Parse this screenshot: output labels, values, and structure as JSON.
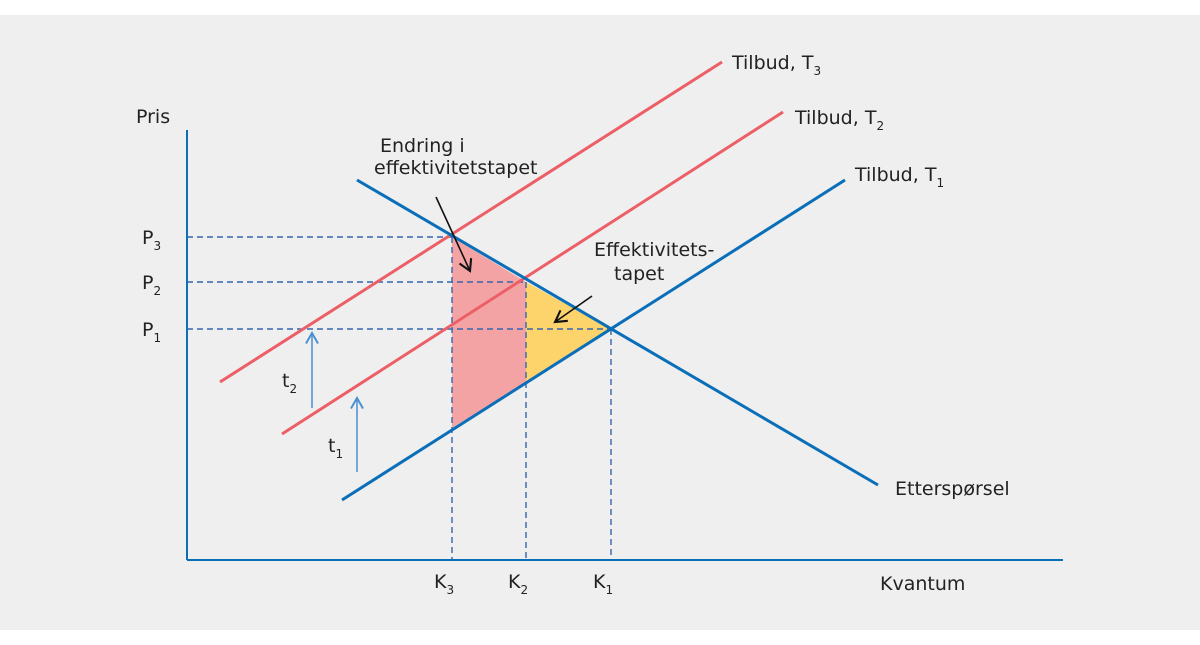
{
  "axes": {
    "y_label": "Pris",
    "x_label": "Kvantum"
  },
  "curves": {
    "supply_t3": {
      "name": "Tilbud, T",
      "sub": "3"
    },
    "supply_t2": {
      "name": "Tilbud, T",
      "sub": "2"
    },
    "supply_t1": {
      "name": "Tilbud, T",
      "sub": "1"
    },
    "demand": {
      "name": "Etterspørsel"
    }
  },
  "prices": [
    {
      "name": "P",
      "sub": "3"
    },
    {
      "name": "P",
      "sub": "2"
    },
    {
      "name": "P",
      "sub": "1"
    }
  ],
  "quantities": [
    {
      "name": "K",
      "sub": "3"
    },
    {
      "name": "K",
      "sub": "2"
    },
    {
      "name": "K",
      "sub": "1"
    }
  ],
  "taxes": [
    {
      "name": "t",
      "sub": "2"
    },
    {
      "name": "t",
      "sub": "1"
    }
  ],
  "annotations": {
    "change_line1": "Endring i",
    "change_line2": "effektivitetstapet",
    "loss_line1": "Effektivitets-",
    "loss_line2": "tapet"
  },
  "colors": {
    "supply": "#0a6fb8",
    "tax_supply": "#ec5f66",
    "change_area": "#f4a3a5",
    "loss_area": "#fdd46c",
    "guide": "#3566b0"
  }
}
